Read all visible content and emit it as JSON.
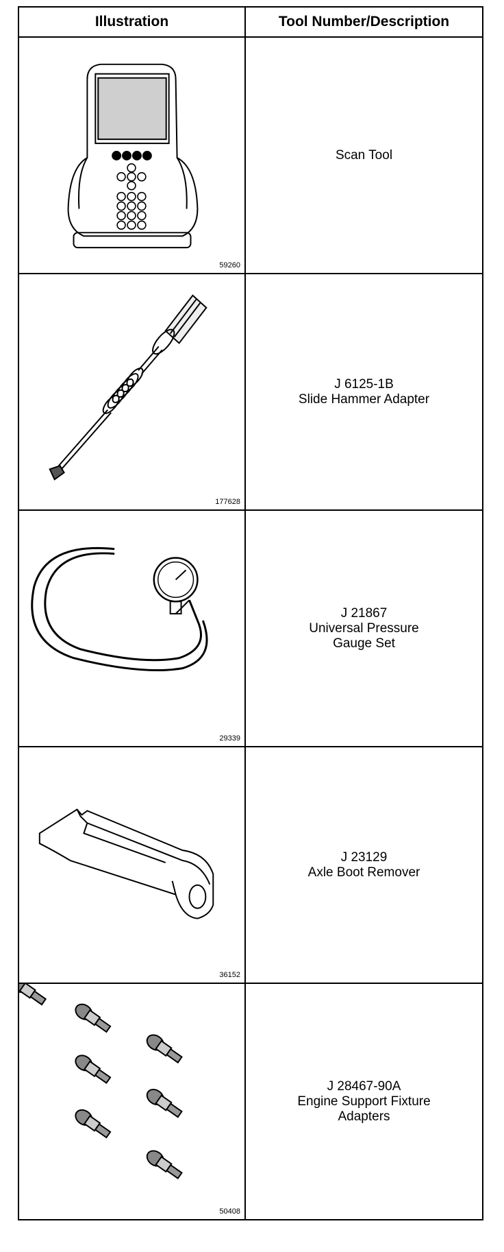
{
  "table": {
    "header": {
      "illustration": "Illustration",
      "description": "Tool Number/Description"
    },
    "rows": [
      {
        "figure": "59260",
        "number": "",
        "desc1": "Scan Tool",
        "desc2": "",
        "icon": "scan-tool-icon"
      },
      {
        "figure": "177628",
        "number": "J 6125-1B",
        "desc1": "Slide Hammer Adapter",
        "desc2": "",
        "icon": "slide-hammer-icon"
      },
      {
        "figure": "29339",
        "number": "J 21867",
        "desc1": "Universal Pressure",
        "desc2": "Gauge Set",
        "icon": "pressure-gauge-icon"
      },
      {
        "figure": "36152",
        "number": "J 23129",
        "desc1": "Axle Boot Remover",
        "desc2": "",
        "icon": "boot-remover-icon"
      },
      {
        "figure": "50408",
        "number": "J 28467-90A",
        "desc1": "Engine Support Fixture",
        "desc2": "Adapters",
        "icon": "fixture-adapters-icon"
      }
    ]
  }
}
